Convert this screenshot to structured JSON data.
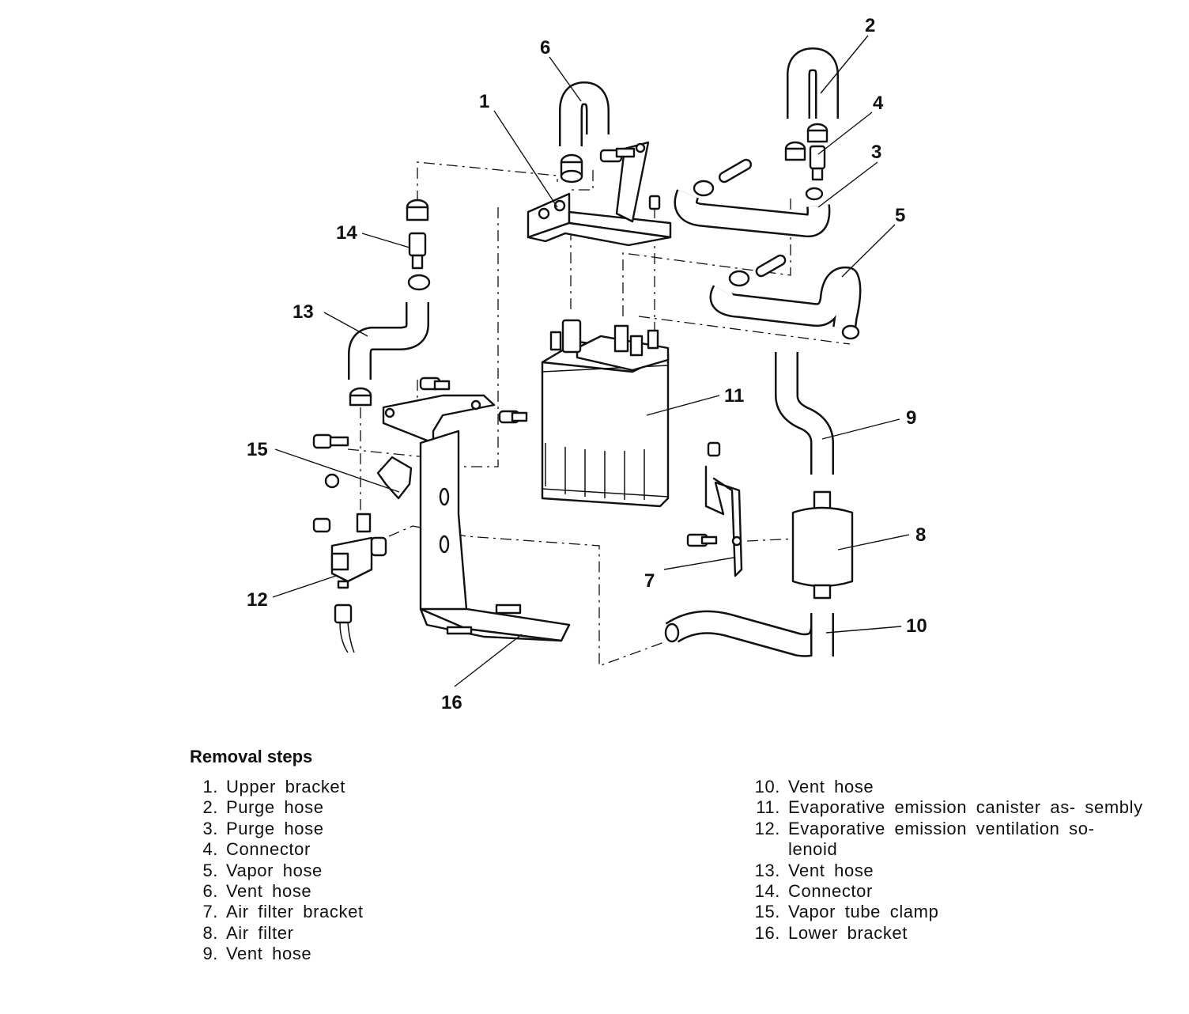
{
  "callouts": [
    "1",
    "2",
    "3",
    "4",
    "5",
    "6",
    "7",
    "8",
    "9",
    "10",
    "11",
    "12",
    "13",
    "14",
    "15",
    "16"
  ],
  "legend": {
    "title": "Removal steps",
    "left": [
      {
        "num": "1.",
        "text": "Upper bracket"
      },
      {
        "num": "2.",
        "text": "Purge hose"
      },
      {
        "num": "3.",
        "text": "Purge hose"
      },
      {
        "num": "4.",
        "text": "Connector"
      },
      {
        "num": "5.",
        "text": "Vapor hose"
      },
      {
        "num": "6.",
        "text": "Vent hose"
      },
      {
        "num": "7.",
        "text": "Air filter bracket"
      },
      {
        "num": "8.",
        "text": "Air filter"
      },
      {
        "num": "9.",
        "text": "Vent hose"
      }
    ],
    "right": [
      {
        "num": "10.",
        "text": "Vent hose"
      },
      {
        "num": "11.",
        "text": "Evaporative emission canister as- sembly"
      },
      {
        "num": "12.",
        "text": "Evaporative emission ventilation so- lenoid"
      },
      {
        "num": "13.",
        "text": "Vent hose"
      },
      {
        "num": "14.",
        "text": "Connector"
      },
      {
        "num": "15.",
        "text": "Vapor tube clamp"
      },
      {
        "num": "16.",
        "text": "Lower bracket"
      }
    ]
  }
}
